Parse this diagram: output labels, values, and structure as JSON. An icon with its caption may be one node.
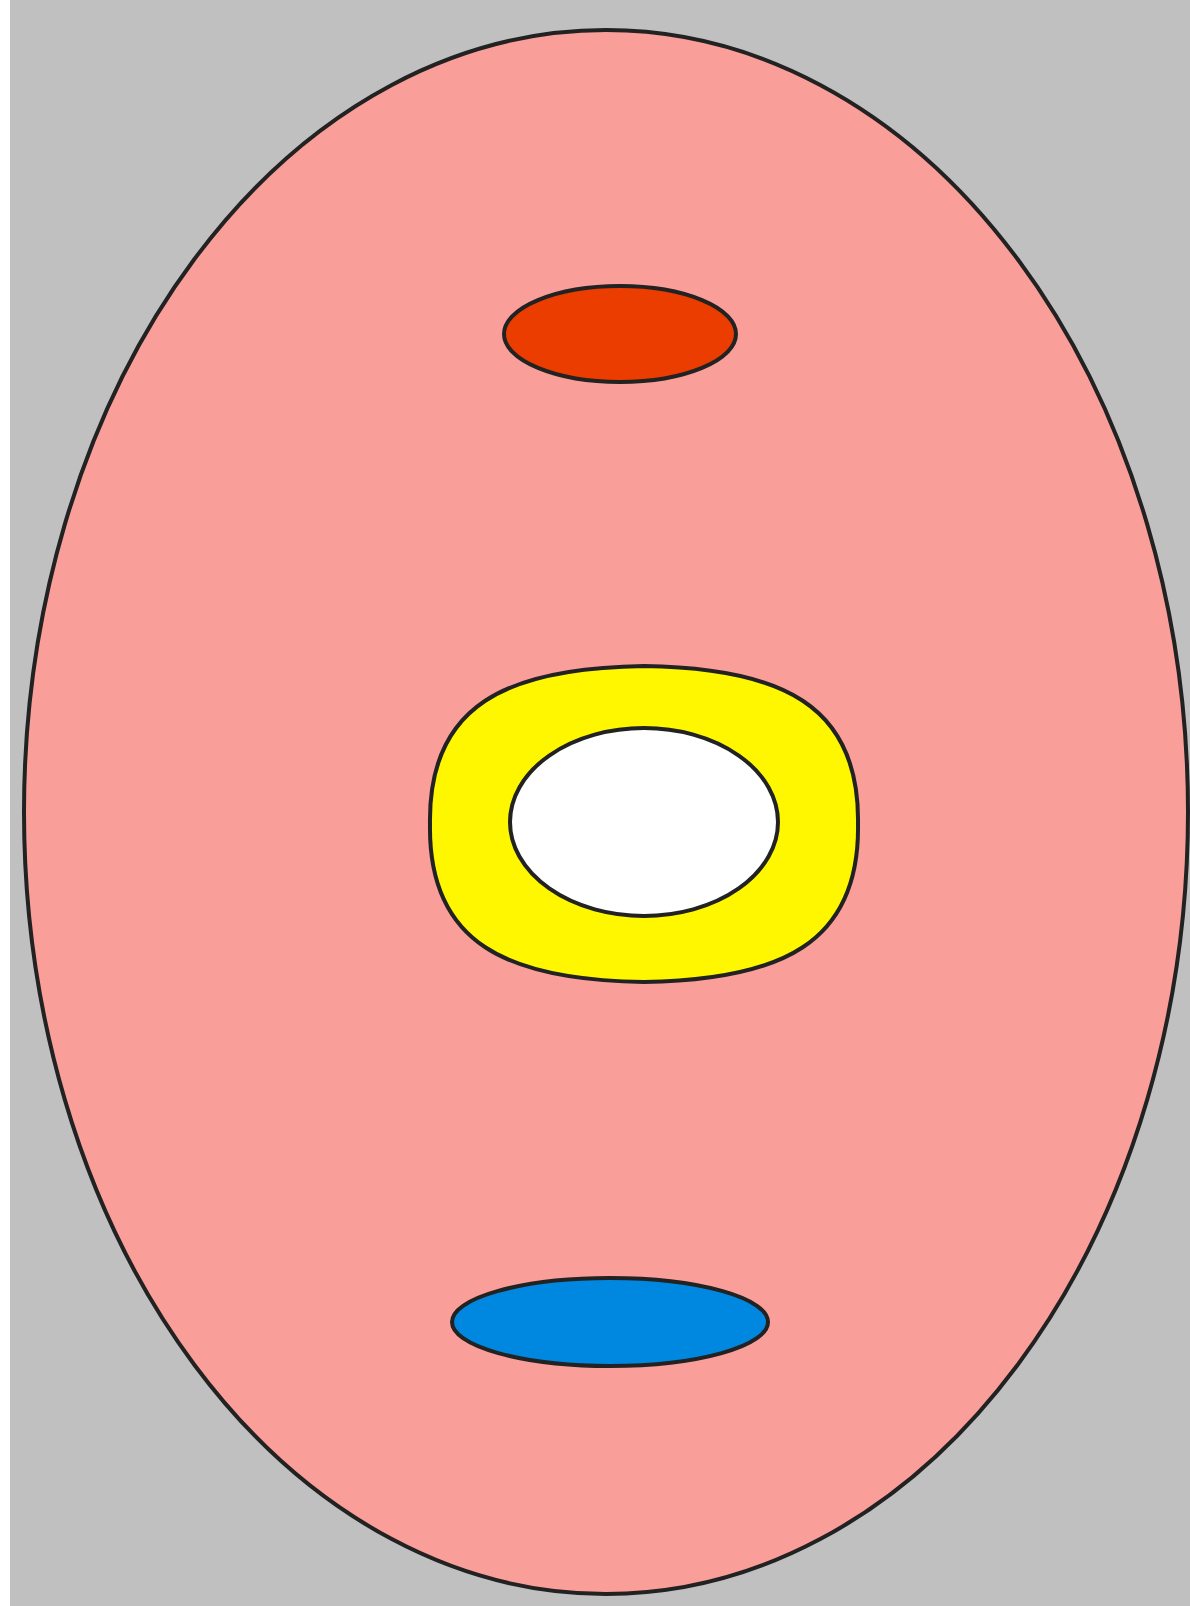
{
  "diagram": {
    "nodes": [
      {
        "text": [],
        "shape": "ellipse"
      },
      {
        "text": [],
        "shape": "ellipse",
        "in": 0
      },
      {
        "text": [],
        "shape": "ring",
        "in": 0
      },
      {
        "text": [],
        "shape": "ellipse",
        "in": 2
      },
      {
        "text": [],
        "shape": "ellipse",
        "in": 0
      }
    ]
  }
}
